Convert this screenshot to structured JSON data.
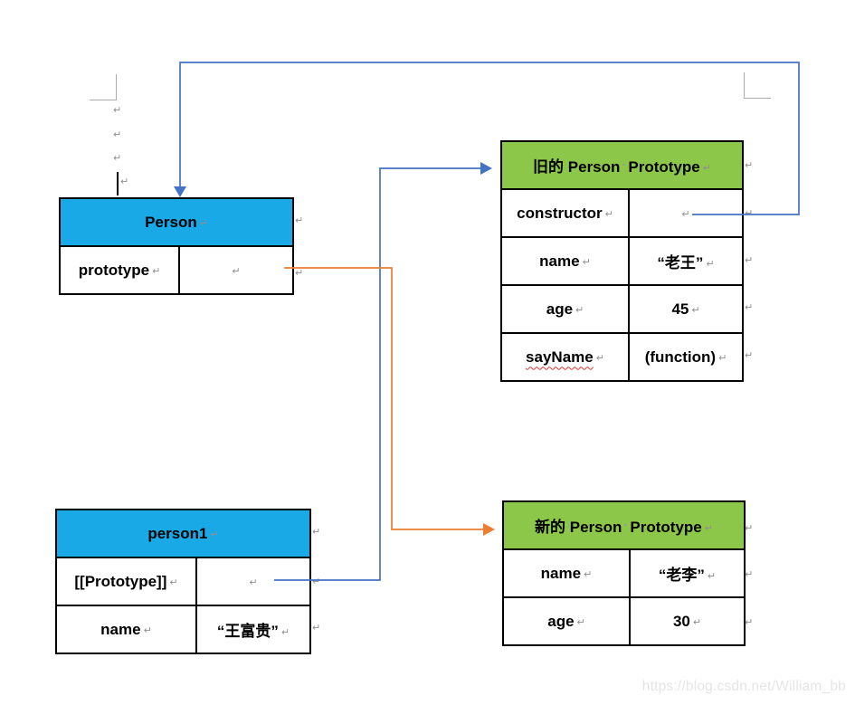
{
  "marks": {
    "pilcrow": "↵",
    "space_dot": "·"
  },
  "colors": {
    "header_blue": "#18A9E6",
    "header_green": "#8DC74A",
    "connector_blue": "#4472C4",
    "connector_orange": "#ED7D31",
    "mark_gray": "#8f8f8f",
    "watermark_gray": "#e5e5e5"
  },
  "watermark": "https://blog.csdn.net/William_bb",
  "tables": {
    "person": {
      "title": "Person",
      "rows": [
        {
          "key": "prototype",
          "value": ""
        }
      ]
    },
    "person1": {
      "title": "person1",
      "rows": [
        {
          "key": "[[Prototype]]",
          "value": ""
        },
        {
          "key": "name",
          "value": "“王富贵”"
        }
      ]
    },
    "old_prototype": {
      "title_left": "旧的 Person",
      "title_right": "Prototype",
      "rows": [
        {
          "key": "constructor",
          "value": ""
        },
        {
          "key": "name",
          "value": "“老王”"
        },
        {
          "key": "age",
          "value": "45"
        },
        {
          "key": "sayName",
          "value": "(function)"
        }
      ]
    },
    "new_prototype": {
      "title_left": "新的 Person",
      "title_right": "Prototype",
      "rows": [
        {
          "key": "name",
          "value": "“老李”"
        },
        {
          "key": "age",
          "value": "30"
        }
      ]
    }
  },
  "arrows": [
    {
      "id": "old-constructor-to-person",
      "color": "#4472C4",
      "from": "old-prototype-constructor-value-cell",
      "to": "person-table-top"
    },
    {
      "id": "person1-prototype-to-old-prototype",
      "color": "#4472C4",
      "from": "person1-prototype-value-cell",
      "to": "old-prototype-table"
    },
    {
      "id": "person-prototype-to-new-prototype",
      "color": "#ED7D31",
      "from": "person-prototype-value-cell",
      "to": "new-prototype-table"
    }
  ]
}
